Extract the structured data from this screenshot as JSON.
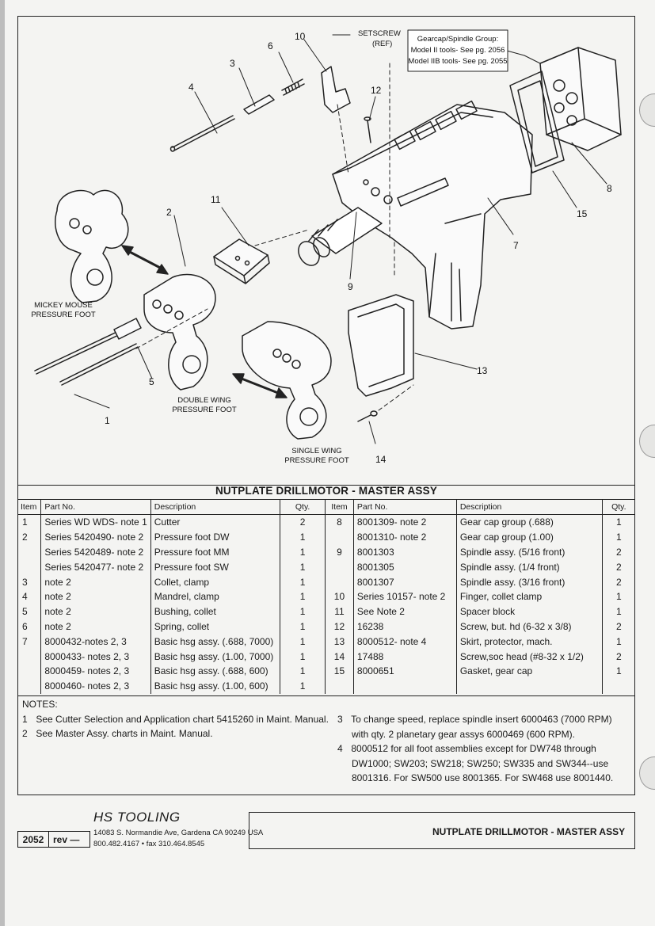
{
  "diagram": {
    "callouts": [
      "1",
      "2",
      "3",
      "4",
      "5",
      "6",
      "7",
      "8",
      "9",
      "10",
      "11",
      "12",
      "13",
      "14",
      "15"
    ],
    "setscrew": [
      "SETSCREW",
      "(REF)"
    ],
    "gearcap_note": [
      "Gearcap/Spindle Group:",
      "Model II tools- See pg. 2056",
      "Model IIB tools- See pg. 2055"
    ],
    "labels": {
      "mickey_mouse": [
        "MICKEY MOUSE",
        "PRESSURE FOOT"
      ],
      "double_wing": [
        "DOUBLE WING",
        "PRESSURE FOOT"
      ],
      "single_wing": [
        "SINGLE WING",
        "PRESSURE FOOT"
      ]
    }
  },
  "table": {
    "title": "NUTPLATE DRILLMOTOR - MASTER ASSY",
    "headers": {
      "item": "Item",
      "part": "Part No.",
      "desc": "Description",
      "qty": "Qty."
    },
    "left": [
      {
        "item": "1",
        "part": "Series WD WDS- note 1",
        "desc": "Cutter",
        "qty": "2"
      },
      {
        "item": "2",
        "part": "Series 5420490- note 2",
        "desc": "Pressure foot DW",
        "qty": "1"
      },
      {
        "item": "",
        "part": "Series 5420489- note 2",
        "desc": "Pressure foot MM",
        "qty": "1"
      },
      {
        "item": "",
        "part": "Series 5420477- note 2",
        "desc": "Pressure foot SW",
        "qty": "1"
      },
      {
        "item": "3",
        "part": "note 2",
        "desc": "Collet, clamp",
        "qty": "1"
      },
      {
        "item": "4",
        "part": "note 2",
        "desc": "Mandrel, clamp",
        "qty": "1"
      },
      {
        "item": "5",
        "part": "note 2",
        "desc": "Bushing, collet",
        "qty": "1"
      },
      {
        "item": "6",
        "part": "note 2",
        "desc": "Spring, collet",
        "qty": "1"
      },
      {
        "item": "7",
        "part": "8000432-notes 2, 3",
        "desc": "Basic hsg assy. (.688, 7000)",
        "qty": "1"
      },
      {
        "item": "",
        "part": "8000433- notes 2, 3",
        "desc": "Basic hsg assy. (1.00, 7000)",
        "qty": "1"
      },
      {
        "item": "",
        "part": "8000459- notes 2, 3",
        "desc": "Basic hsg assy. (.688, 600)",
        "qty": "1"
      },
      {
        "item": "",
        "part": "8000460- notes 2, 3",
        "desc": "Basic hsg assy. (1.00, 600)",
        "qty": "1"
      }
    ],
    "right": [
      {
        "item": "8",
        "part": "8001309- note 2",
        "desc": "Gear cap group (.688)",
        "qty": "1"
      },
      {
        "item": "",
        "part": "8001310- note 2",
        "desc": "Gear cap group (1.00)",
        "qty": "1"
      },
      {
        "item": "9",
        "part": "8001303",
        "desc": "Spindle assy. (5/16 front)",
        "qty": "2"
      },
      {
        "item": "",
        "part": "8001305",
        "desc": "Spindle assy. (1/4 front)",
        "qty": "2"
      },
      {
        "item": "",
        "part": "8001307",
        "desc": "Spindle assy. (3/16 front)",
        "qty": "2"
      },
      {
        "item": "10",
        "part": "Series 10157- note 2",
        "desc": "Finger, collet clamp",
        "qty": "1"
      },
      {
        "item": "11",
        "part": "See Note 2",
        "desc": "Spacer block",
        "qty": "1"
      },
      {
        "item": "12",
        "part": "16238",
        "desc": "Screw, but. hd (6-32 x 3/8)",
        "qty": "2"
      },
      {
        "item": "13",
        "part": "8000512- note 4",
        "desc": "Skirt, protector, mach.",
        "qty": "1"
      },
      {
        "item": "14",
        "part": "17488",
        "desc": "Screw,soc head (#8-32 x 1/2)",
        "qty": "2"
      },
      {
        "item": "15",
        "part": "8000651",
        "desc": "Gasket, gear cap",
        "qty": "1"
      },
      {
        "item": "",
        "part": "",
        "desc": "",
        "qty": ""
      }
    ]
  },
  "notes": {
    "heading": "NOTES:",
    "items": [
      {
        "num": "1",
        "lines": [
          "See Cutter Selection and Application chart 5415260 in Maint. Manual."
        ]
      },
      {
        "num": "2",
        "lines": [
          "See Master Assy. charts in Maint. Manual."
        ]
      },
      {
        "num": "3",
        "lines": [
          "To change speed, replace spindle insert 6000463 (7000 RPM)",
          "with qty. 2 planetary gear assys 6000469 (600 RPM)."
        ]
      },
      {
        "num": "4",
        "lines": [
          "8000512 for all foot assemblies except for DW748 through",
          "DW1000; SW203; SW218; SW250; SW335 and SW344--use",
          "8001316. For SW500 use 8001365. For SW468 use 8001440."
        ]
      }
    ]
  },
  "footer": {
    "company": "HS TOOLING",
    "address": "14083 S. Normandie Ave, Gardena CA 90249 USA",
    "phone": "800.482.4167 • fax 310.464.8545",
    "page": "2052",
    "rev": "rev —",
    "title": "NUTPLATE DRILLMOTOR - MASTER ASSY"
  }
}
